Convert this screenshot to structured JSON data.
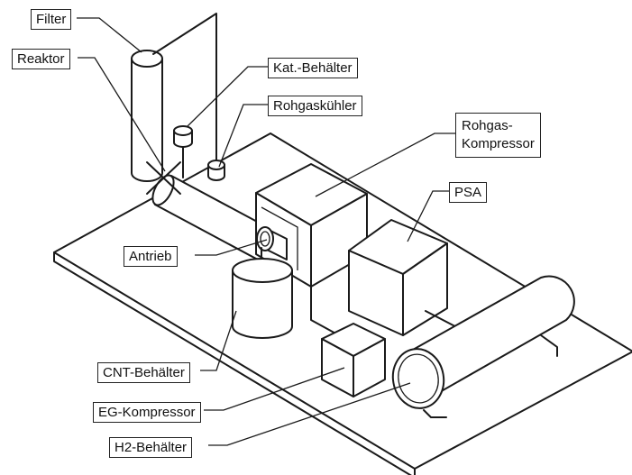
{
  "labels": {
    "filter": "Filter",
    "reaktor": "Reaktor",
    "kat_behaelter": "Kat.-Behälter",
    "rohgaskuehler": "Rohgaskühler",
    "rohgas_kompressor_line1": "Rohgas-",
    "rohgas_kompressor_line2": "Kompressor",
    "psa": "PSA",
    "antrieb": "Antrieb",
    "cnt_behaelter": "CNT-Behälter",
    "eg_kompressor": "EG-Kompressor",
    "h2_behaelter": "H2-Behälter"
  }
}
